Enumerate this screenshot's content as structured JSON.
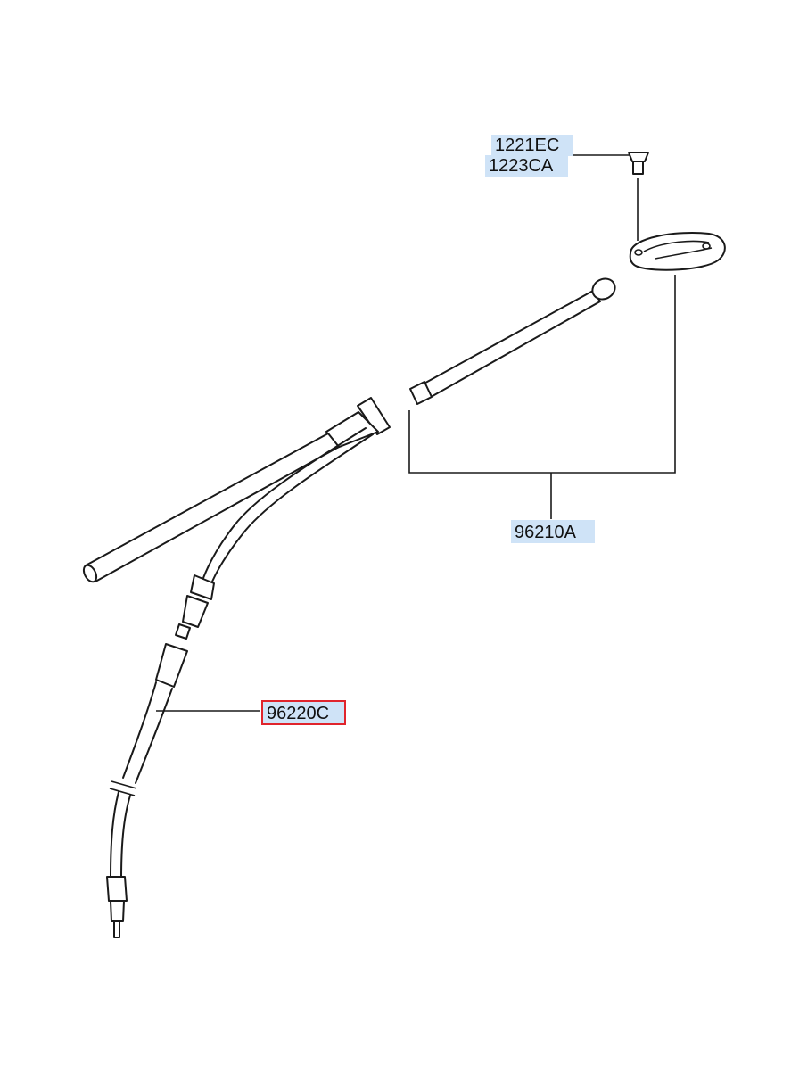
{
  "callouts": {
    "screw_a": "1221EC",
    "screw_b": "1223CA",
    "antenna": "96210A",
    "cable": "96220C"
  },
  "colors": {
    "label_highlight": "#cfe3f7",
    "selected_border": "#e0242c",
    "line": "#1a1a1a"
  }
}
